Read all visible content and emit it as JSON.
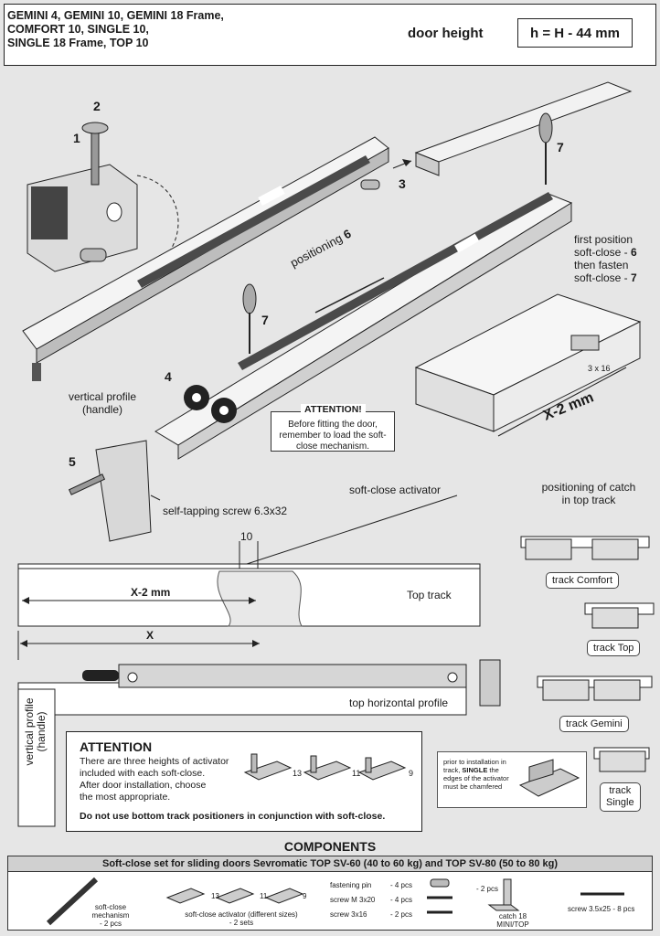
{
  "header": {
    "title": "GEMINI 4, GEMINI 10, GEMINI 18 Frame,\nCOMFORT 10, SINGLE 10,\nSINGLE 18 Frame, TOP 10",
    "door_height_label": "door height",
    "formula": "h = H - 44 mm"
  },
  "steps": {
    "s1": "1",
    "s2": "2",
    "s3": "3",
    "s4": "4",
    "s5": "5",
    "s7a": "7",
    "s7b": "7",
    "positioning": "positioning",
    "positioning_num": "6"
  },
  "labels": {
    "first_position_1": "first position",
    "first_position_2": "soft-close - ",
    "first_position_2_num": "6",
    "first_position_3": "then fasten",
    "first_position_4": "soft-close - ",
    "first_position_4_num": "7",
    "screw_3x16": "3 x 16",
    "x2mm_big": "X-2 mm",
    "vertical_profile": "vertical profile",
    "handle": "(handle)",
    "self_tapping": "self-tapping screw 6.3x32",
    "soft_close_activator": "soft-close activator",
    "positioning_catch_1": "positioning of catch",
    "positioning_catch_2": "in top track",
    "dim_10": "10",
    "x2mm": "X-2 mm",
    "top_track": "Top track",
    "x": "X",
    "top_horizontal_profile": "top horizontal profile",
    "vertical_profile_rot": "vertical profile",
    "handle_rot": "(handle)",
    "track_comfort": "track Comfort",
    "track_top": "track Top",
    "track_gemini": "track Gemini",
    "track_single_1": "track",
    "track_single_2": "Single"
  },
  "attention_note": {
    "title": "ATTENTION!",
    "text": "Before fitting the door, remember to load the soft-close mechanism."
  },
  "attention_box": {
    "title": "ATTENTION",
    "text": "There are three heights of activator\nincluded with each soft-close.\nAfter door installation, choose\nthe most appropriate.",
    "footer": "Do not use bottom track positioners in conjunction with soft-close.",
    "heights": [
      "13",
      "11",
      "9"
    ]
  },
  "single_note": {
    "pre": "prior to installation in track, ",
    "bold": "SINGLE",
    "post": " the edges of the activator must be chamfered"
  },
  "components": {
    "title": "COMPONENTS",
    "bar_pre": "Soft-close set for sliding doors Sevromatic ",
    "bar_b1": "TOP SV-60 (40 to 60 kg)",
    "bar_mid": " and ",
    "bar_b2": "TOP SV-80 (50 to 80 kg)",
    "mechanism_1": "soft-close",
    "mechanism_2": "mechanism",
    "mechanism_3": "- 2 pcs",
    "activator_label": "soft-close activator (different sizes)",
    "activator_qty": "- 2 sets",
    "activator_heights": [
      "13",
      "11",
      "9"
    ],
    "pin": "fastening pin",
    "pin_qty": "- 4 pcs",
    "screw_m3": "screw M 3x20",
    "screw_m3_qty": "- 4 pcs",
    "screw_3x16": "screw 3x16",
    "screw_3x16_qty": "- 2 pcs",
    "catch_qty": "- 2 pcs",
    "catch_1": "catch 18",
    "catch_2": "MINI/TOP",
    "screw_35": "screw 3.5x25 - 8 pcs"
  },
  "colors": {
    "background": "#e6e6e6",
    "rail": "#4a4a4a",
    "line": "#222222"
  }
}
